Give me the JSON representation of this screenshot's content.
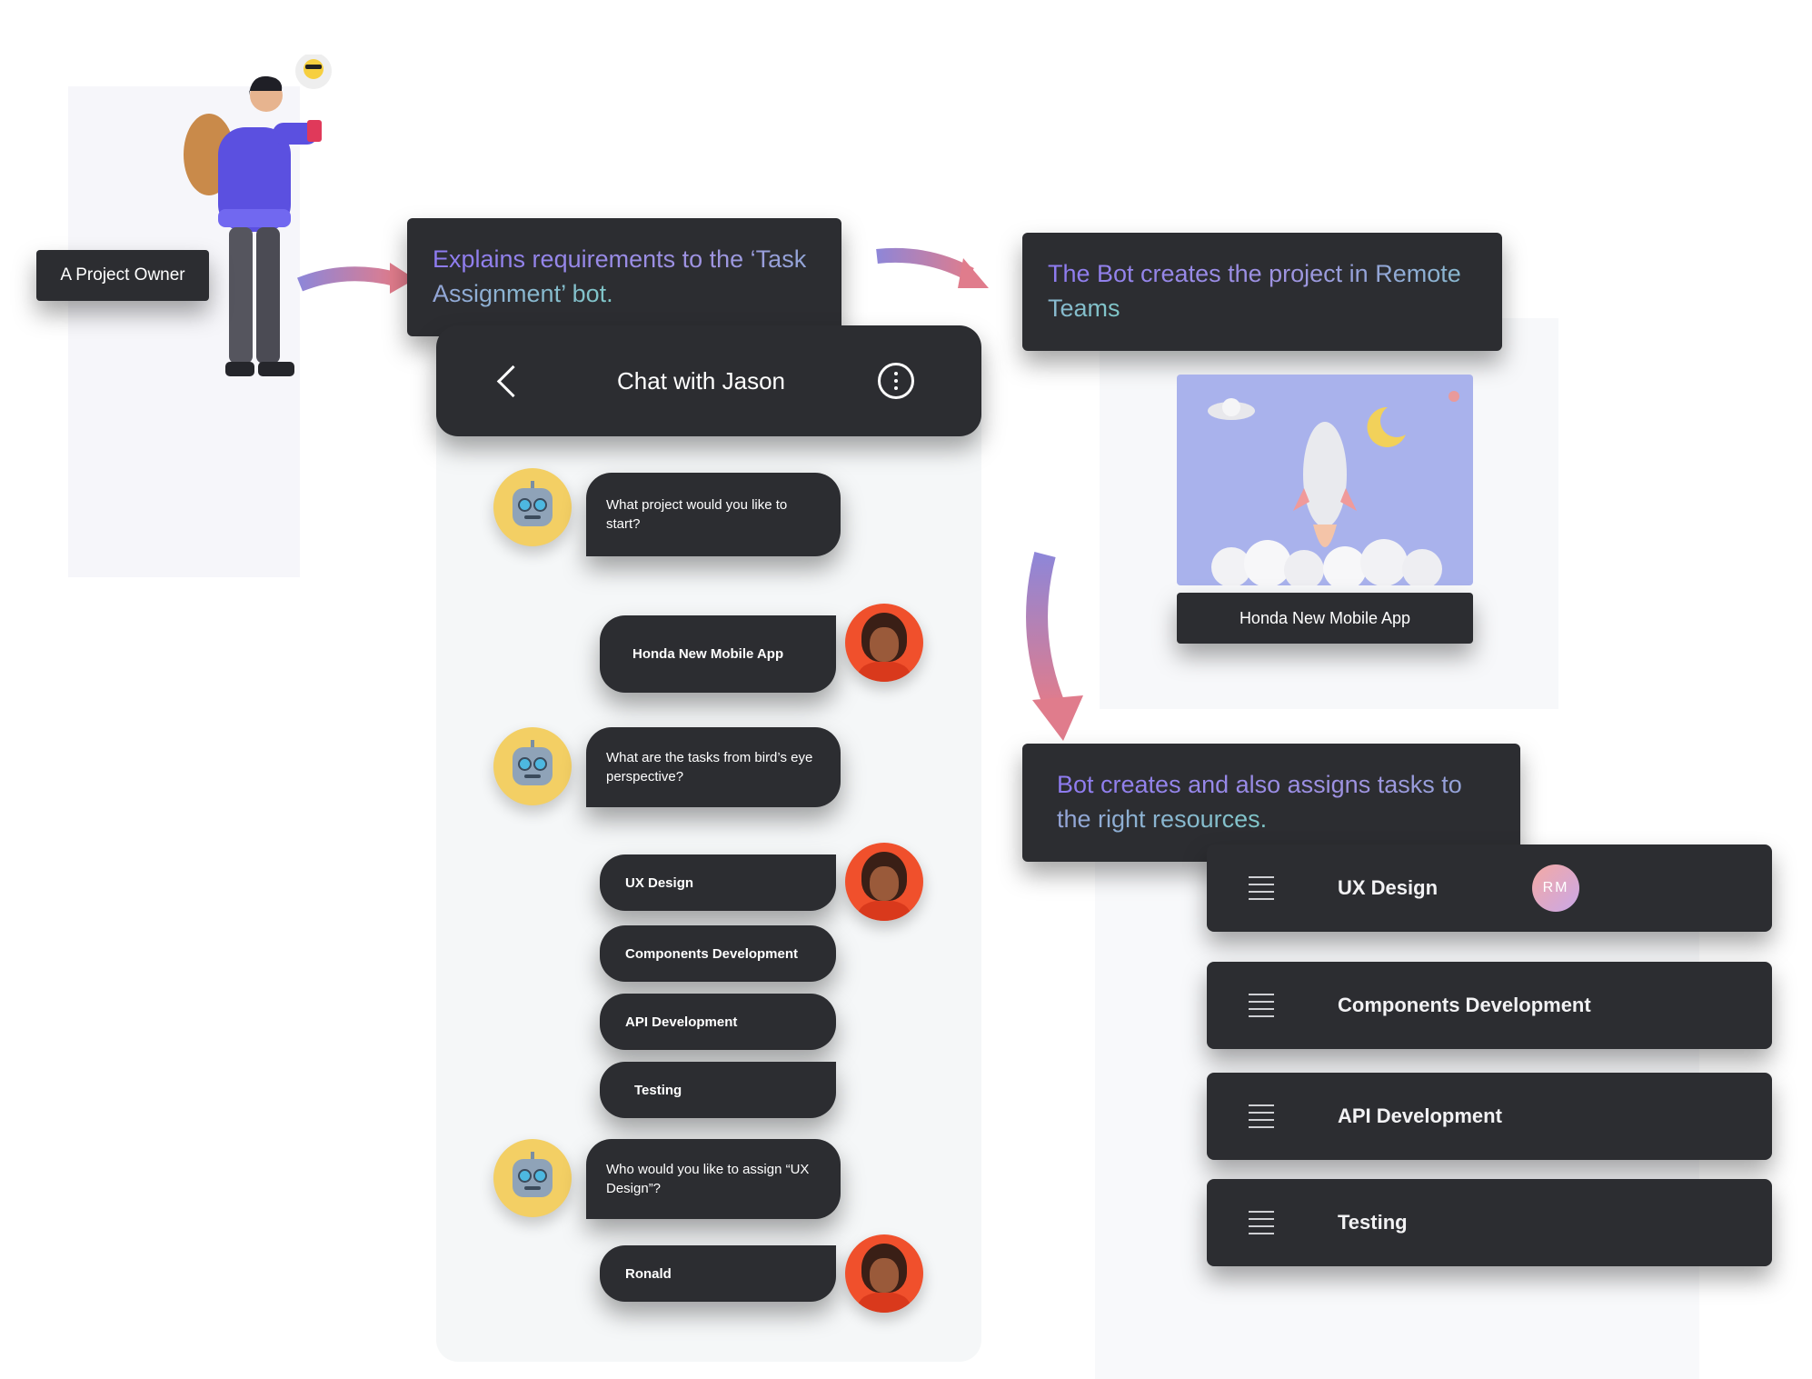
{
  "owner_label": "A Project Owner",
  "step1": "Explains requirements to the ‘Task Assignment’ bot.",
  "step2": "The Bot creates the project in Remote Teams",
  "step3": "Bot creates and also assigns tasks to the right resources.",
  "chat": {
    "title": "Chat with Jason",
    "messages": [
      {
        "from": "bot",
        "text": "What project would you like to start?"
      },
      {
        "from": "user",
        "text": "Honda New Mobile App"
      },
      {
        "from": "bot",
        "text": "What are the tasks from bird’s eye perspective?"
      },
      {
        "from": "user",
        "text": "UX Design"
      },
      {
        "from": "user",
        "text": "Components Development"
      },
      {
        "from": "user",
        "text": "API Development"
      },
      {
        "from": "user",
        "text": "Testing"
      },
      {
        "from": "bot",
        "text": "Who would you like to assign “UX Design”?"
      },
      {
        "from": "user",
        "text": "Ronald"
      }
    ]
  },
  "project_card": {
    "name": "Honda New Mobile App"
  },
  "tasks": [
    {
      "name": "UX Design",
      "assignee": "RM"
    },
    {
      "name": "Components Development"
    },
    {
      "name": "API Development"
    },
    {
      "name": "Testing"
    }
  ],
  "colors": {
    "dark": "#2c2d31",
    "accent_purple": "#8e7bf0",
    "accent_teal": "#7fc7c8",
    "bot_yellow": "#f3cf64",
    "user_orange": "#f0502c"
  },
  "icons": [
    "back-chevron-icon",
    "more-options-icon",
    "robot-icon",
    "menu-lines-icon"
  ]
}
